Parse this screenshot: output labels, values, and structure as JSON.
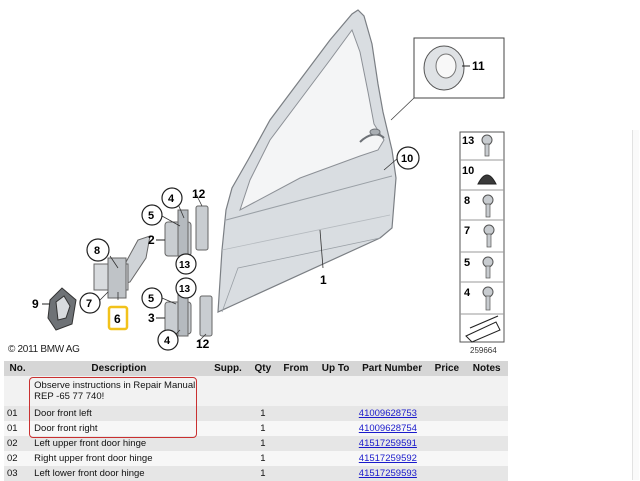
{
  "diagram": {
    "callouts": {
      "c1": "1",
      "c2": "2",
      "c3": "3",
      "c4a": "4",
      "c4b": "4",
      "c5a": "5",
      "c5b": "5",
      "c6": "6",
      "c7": "7",
      "c8": "8",
      "c9": "9",
      "c10": "10",
      "c11": "11",
      "c12a": "12",
      "c12b": "12",
      "c13a": "13",
      "c13b": "13"
    },
    "fastener_panel": [
      "13",
      "10",
      "8",
      "7",
      "5",
      "4"
    ],
    "copyright": "© 2011 BMW AG",
    "diagram_number": "259664",
    "highlight_color": "#f2c21b"
  },
  "table": {
    "headers": {
      "no": "No.",
      "description": "Description",
      "supp": "Supp.",
      "qty": "Qty",
      "from": "From",
      "upto": "Up To",
      "part_number": "Part Number",
      "price": "Price",
      "notes": "Notes"
    },
    "note": "Observe instructions in Repair Manual REP -65 77 740!",
    "rows": [
      {
        "no": "01",
        "description": "Door front left",
        "qty": "1",
        "part_number": "41009628753"
      },
      {
        "no": "01",
        "description": "Door front right",
        "qty": "1",
        "part_number": "41009628754"
      },
      {
        "no": "02",
        "description": "Left upper front door hinge",
        "qty": "1",
        "part_number": "41517259591"
      },
      {
        "no": "02",
        "description": "Right upper front door hinge",
        "qty": "1",
        "part_number": "41517259592"
      },
      {
        "no": "03",
        "description": "Left lower front door hinge",
        "qty": "1",
        "part_number": "41517259593"
      }
    ]
  }
}
